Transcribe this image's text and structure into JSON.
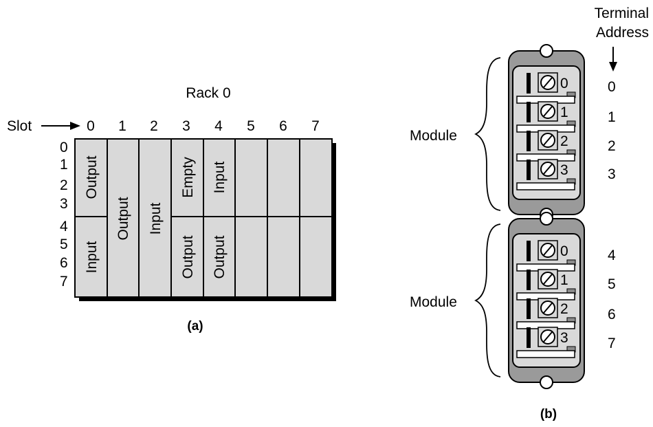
{
  "part_a": {
    "rack_title": "Rack 0",
    "slot_label": "Slot",
    "slot_numbers": [
      "0",
      "1",
      "2",
      "3",
      "4",
      "5",
      "6",
      "7"
    ],
    "row_numbers": [
      "0",
      "1",
      "2",
      "3",
      "4",
      "5",
      "6",
      "7"
    ],
    "cells": {
      "slot0_top": "Output",
      "slot0_bottom": "Input",
      "slot1": "Output",
      "slot2": "Input",
      "slot3_top": "Empty",
      "slot3_bottom": "Output",
      "slot4_top": "Input",
      "slot4_bottom": "Output"
    },
    "caption": "(a)"
  },
  "part_b": {
    "header_line1": "Terminal",
    "header_line2": "Address",
    "module_label_1": "Module",
    "module_label_2": "Module",
    "terminal_numbers": [
      "0",
      "1",
      "2",
      "3"
    ],
    "addresses": [
      "0",
      "1",
      "2",
      "3",
      "4",
      "5",
      "6",
      "7"
    ],
    "caption": "(b)"
  },
  "colors": {
    "panel_fill": "#d9d9d9",
    "module_shell": "#9a9a9a",
    "screw_pad": "#8c8c8c",
    "shadow": "#000000"
  }
}
